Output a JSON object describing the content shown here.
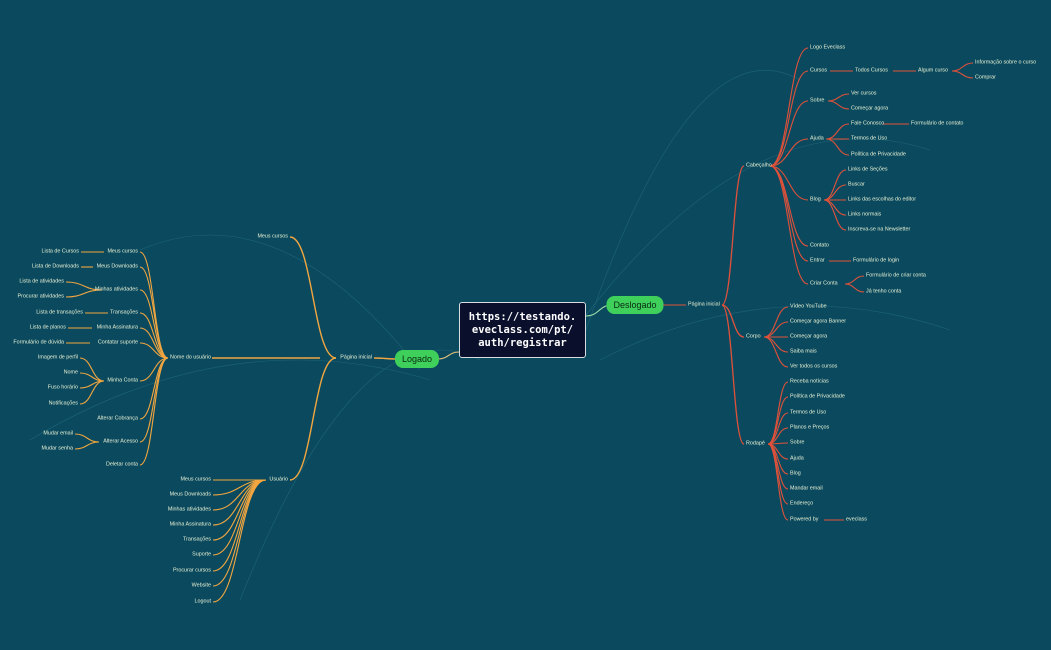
{
  "root": {
    "line1": "https://testando.",
    "line2": "eveclass.com/pt/",
    "line3": "auth/registrar"
  },
  "branches": {
    "logado": "Logado",
    "deslogado": "Deslogado"
  },
  "logado": {
    "pagina_inicial": "Página inicial",
    "meus_cursos_top": "Meus cursos",
    "nome_usuario": "Nome do usuário",
    "usuario": "Usuário",
    "nome_children": {
      "meus_cursos": "Meus cursos",
      "meus_downloads": "Meus Downloads",
      "minhas_atividades": "Minhas atividades",
      "transacoes": "Transações",
      "minha_assinatura": "Minha Assinatura",
      "contatar_suporte": "Contatar suporte",
      "minha_conta": "Minha Conta",
      "alterar_cobranca": "Alterar Cobrança",
      "alterar_acesso": "Alterar Acesso",
      "deletar_conta": "Deletar conta"
    },
    "leaves": {
      "lista_cursos": "Lista de Cursos",
      "lista_downloads": "Lista de Downloads",
      "lista_atividades": "Lista de atividades",
      "procurar_atividades": "Procurar atividades",
      "lista_transacoes": "Lista de transações",
      "lista_planos": "Lista de planos",
      "formulario_duvida": "Formulário de dúvida",
      "imagem_perfil": "Imagem de perfil",
      "nome": "Nome",
      "fuso_horario": "Fuso horário",
      "notificacoes": "Notificações",
      "mudar_email": "Mudar email",
      "mudar_senha": "Mudar senha"
    },
    "usuario_children": [
      "Meus cursos",
      "Meus Downloads",
      "Minhas atividades",
      "Minha Assinatura",
      "Transações",
      "Suporte",
      "Procurar cursos",
      "Website",
      "Logout"
    ]
  },
  "deslogado": {
    "pagina_inicial": "Página inicial",
    "cabecalho": "Cabeçalho",
    "corpo": "Corpo",
    "rodape": "Rodapé",
    "cab": {
      "logo": "Logo Eveclass",
      "cursos": "Cursos",
      "todos_cursos": "Todos Cursos",
      "algum_curso": "Algum curso",
      "info_curso": "Informação sobre o curso",
      "comprar": "Comprar",
      "sobre": "Sobre",
      "ver_cursos": "Ver cursos",
      "comecar_agora": "Começar agora",
      "ajuda": "Ajuda",
      "fale_conosco": "Fale Conosco",
      "formulario_contato": "Formulário de contato",
      "termos": "Termos de Uso",
      "politica": "Política de Privacidade",
      "blog": "Blog",
      "blog_links_secoes": "Links de Seções",
      "blog_buscar": "Buscar",
      "blog_escolhas": "Links das escolhas do editor",
      "blog_normais": "Links normais",
      "blog_newsletter": "Inscreva-se na Newsletter",
      "contato": "Contato",
      "entrar": "Entrar",
      "formulario_login": "Formulário de login",
      "criar_conta": "Criar Conta",
      "formulario_criar": "Formulário de criar conta",
      "ja_tenho": "Já tenho conta"
    },
    "corpo_children": [
      "Vídeo YouTube",
      "Começar agora Banner",
      "Começar agora",
      "Saiba mais",
      "Ver todos os cursos"
    ],
    "rodape_children": [
      "Receba notícias",
      "Política de Privacidade",
      "Termos de Uso",
      "Planos e Preços",
      "Sobre",
      "Ajuda",
      "Blog",
      "Mandar email",
      "Endereço",
      "Powered by"
    ],
    "eveclass": "eveclass"
  },
  "colors": {
    "background": "#0b4a5e",
    "orange": "#f2a640",
    "red": "#e0513a",
    "green": "#3ed05a",
    "root_bg": "#0a0f2c"
  }
}
